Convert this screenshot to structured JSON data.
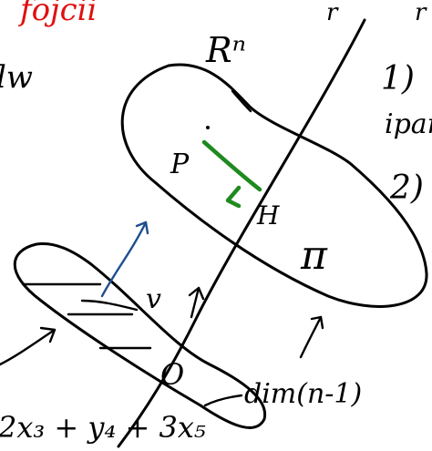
{
  "colors": {
    "ink": "#000000",
    "red_ink": "#e01010",
    "green_ink": "#1f8a1f",
    "blue_ink": "#1d4f8f",
    "background": "#ffffff"
  },
  "labels": {
    "top_left_red_fragment": "fojcii",
    "left_fragment": "lw",
    "space": "Rⁿ",
    "line_r": "r",
    "top_right_fragment": "r",
    "item_1": "1)",
    "item_text": "ipar",
    "item_2": "2)",
    "point_p": "P",
    "point_h": "H",
    "plane_pi": "π",
    "vector_v": "v",
    "origin": "O",
    "dimension": "dim(n-1)",
    "bottom_equation": "2x₃ + y₄ + 3x₅"
  }
}
